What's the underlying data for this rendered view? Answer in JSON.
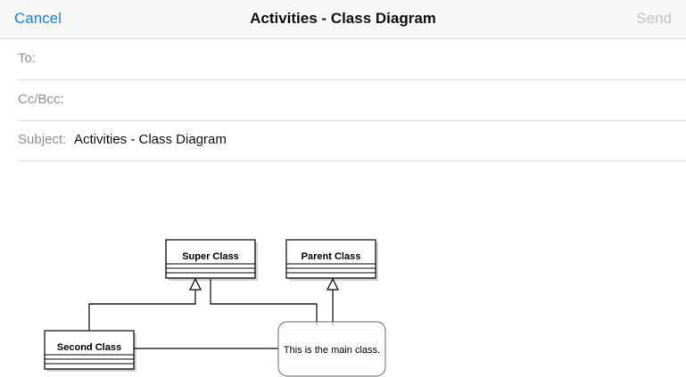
{
  "navbar": {
    "cancel_label": "Cancel",
    "title": "Activities - Class Diagram",
    "send_label": "Send"
  },
  "fields": {
    "to_label": "To:",
    "to_value": "",
    "cc_label": "Cc/Bcc:",
    "cc_value": "",
    "subject_label": "Subject:",
    "subject_value": "Activities - Class Diagram"
  },
  "diagram": {
    "classes": {
      "super": "Super Class",
      "parent": "Parent Class",
      "second": "Second Class"
    },
    "note": "This is the main class."
  },
  "colors": {
    "accent": "#1a7ef5",
    "disabled": "#c2c2c2"
  }
}
